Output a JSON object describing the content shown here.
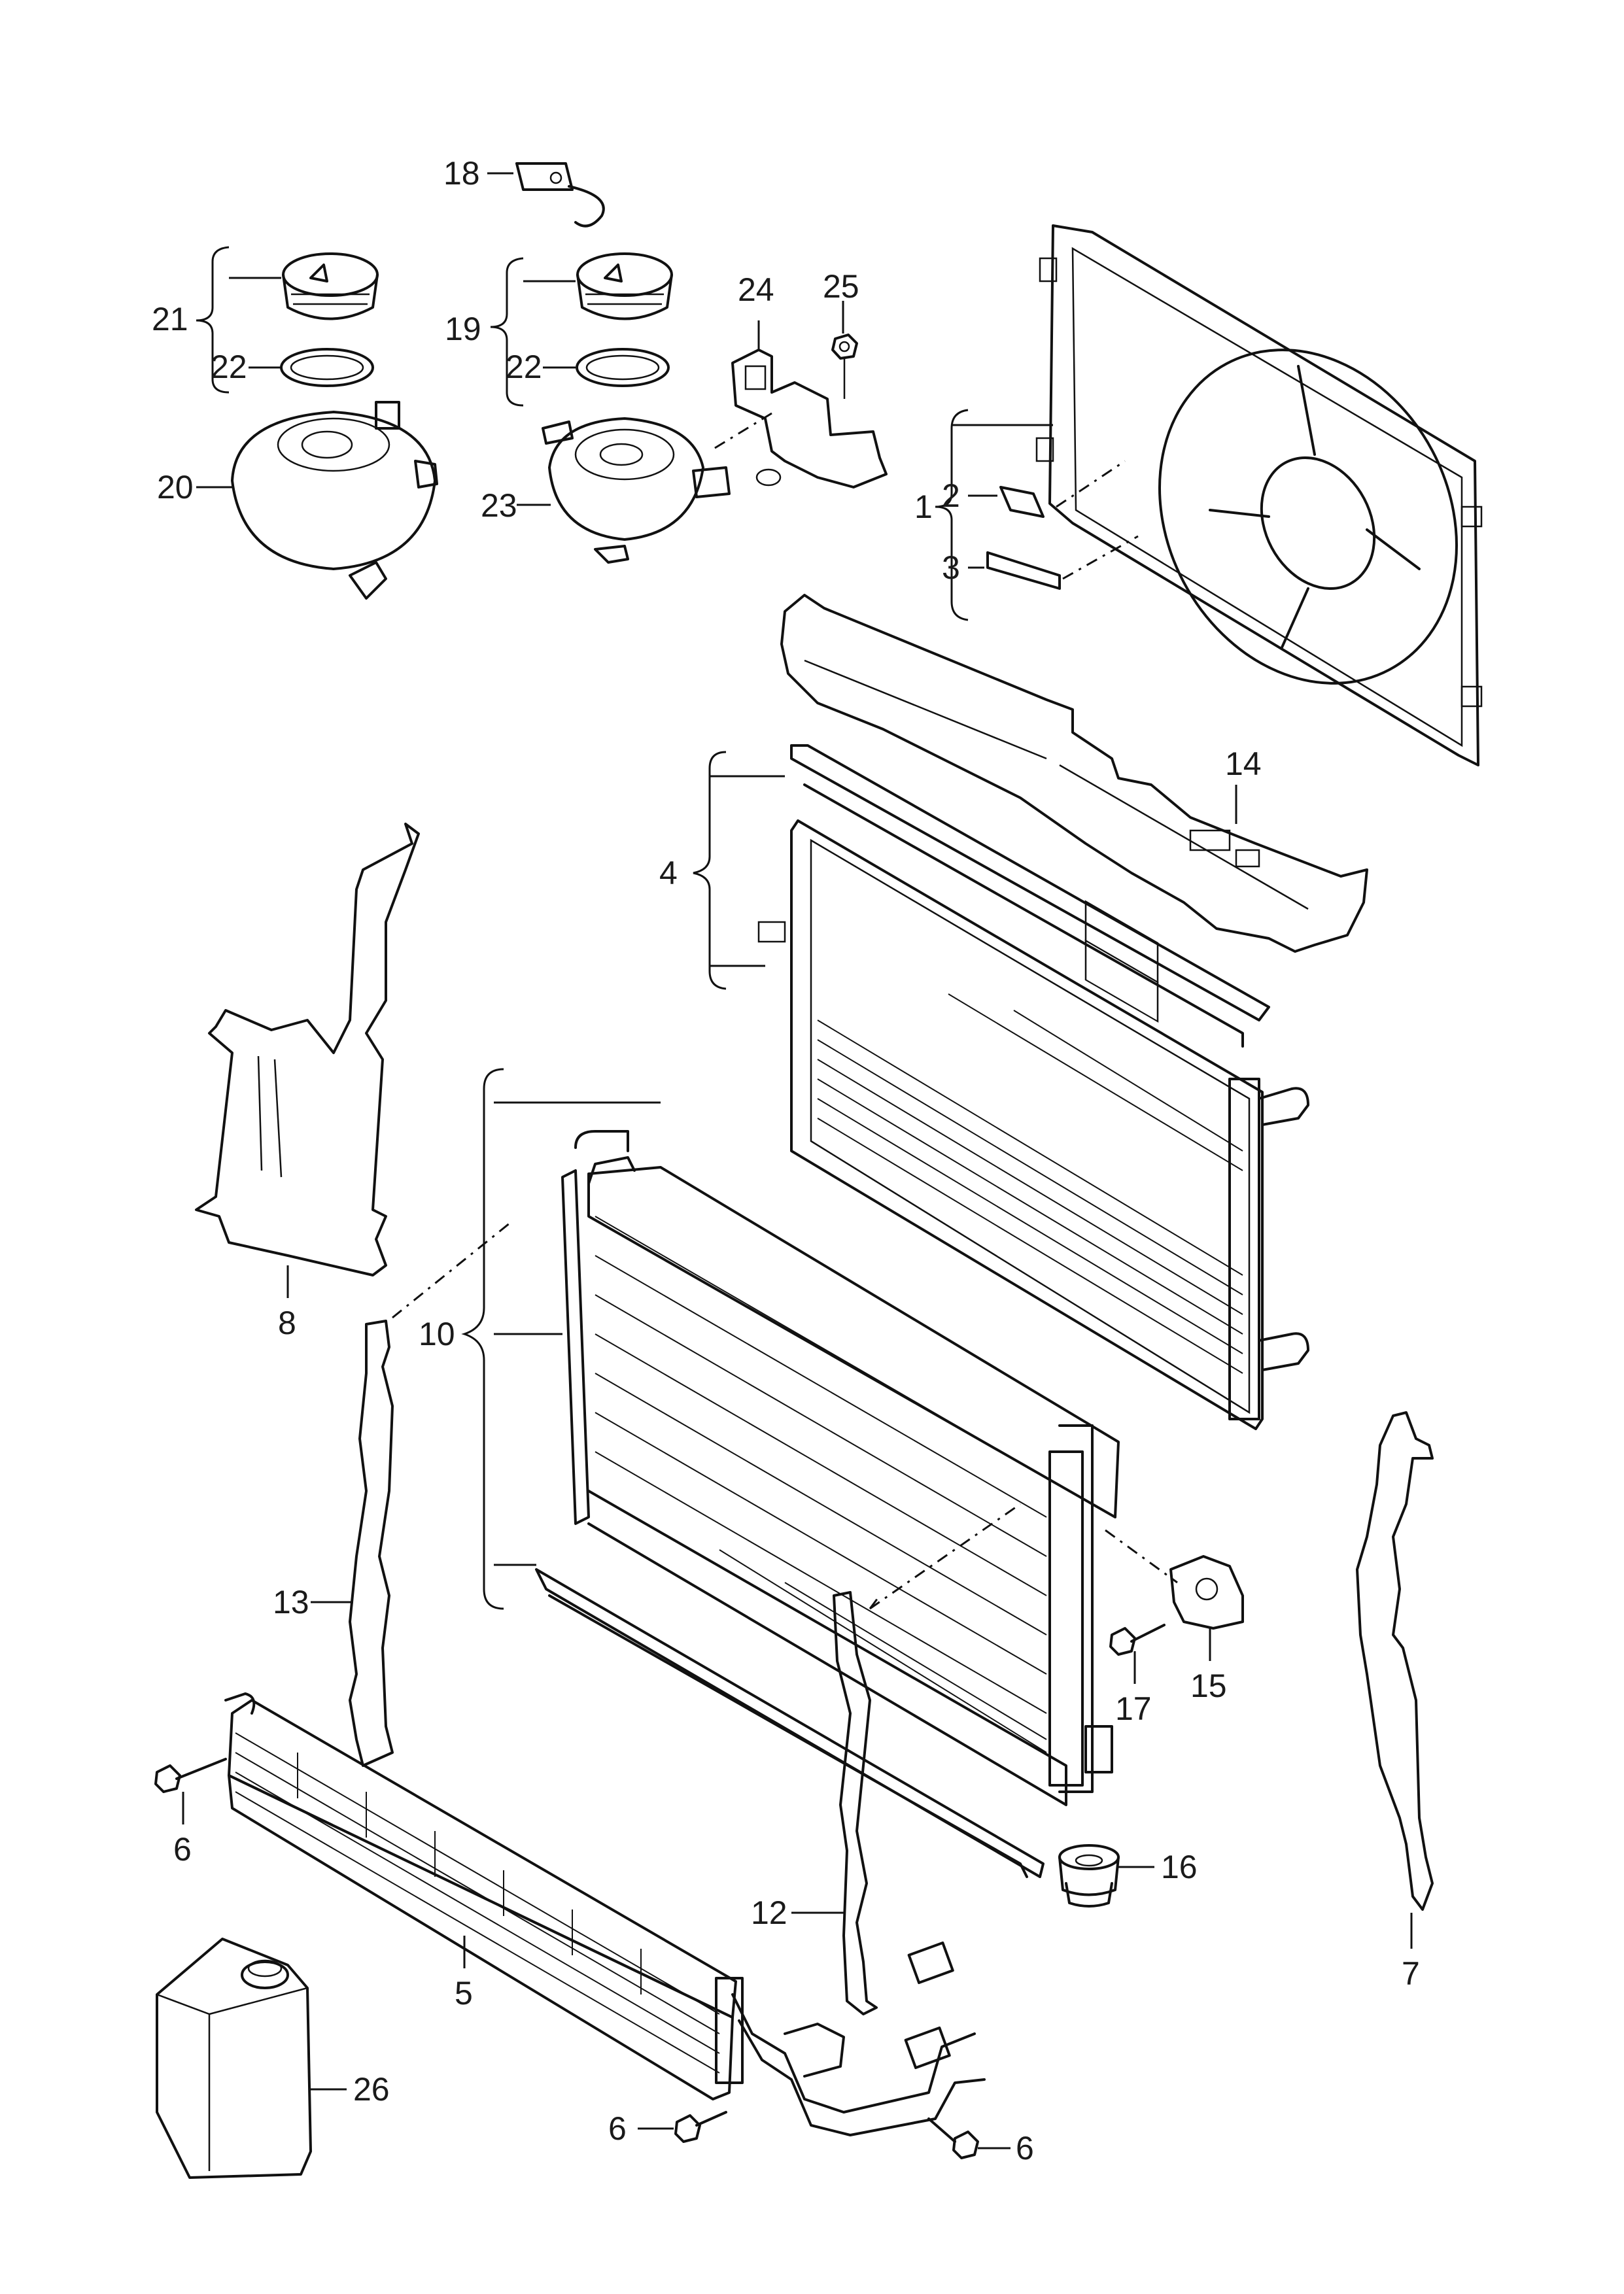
{
  "callouts": {
    "c1": "1",
    "c2": "2",
    "c3": "3",
    "c4": "4",
    "c5": "5",
    "c6a": "6",
    "c6b": "6",
    "c6c": "6",
    "c7": "7",
    "c8": "8",
    "c10": "10",
    "c12": "12",
    "c13": "13",
    "c14": "14",
    "c15": "15",
    "c16": "16",
    "c17": "17",
    "c18": "18",
    "c19": "19",
    "c20": "20",
    "c21": "21",
    "c22a": "22",
    "c22b": "22",
    "c23": "23",
    "c24": "24",
    "c25": "25",
    "c26": "26"
  },
  "colors": {
    "line": "#111111",
    "background": "#ffffff"
  }
}
